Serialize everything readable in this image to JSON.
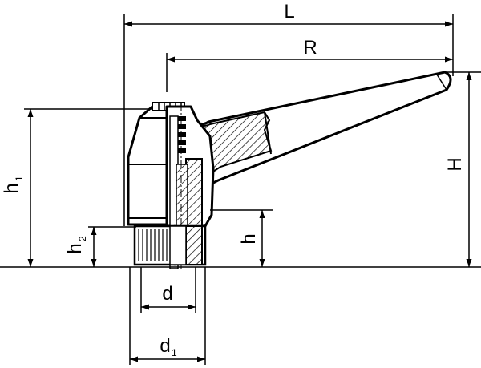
{
  "labels": {
    "L": "L",
    "R": "R",
    "H": "H",
    "h1": "h",
    "h1_sub": "1",
    "h2": "h",
    "h2_sub": "2",
    "h": "h",
    "d": "d",
    "d1": "d",
    "d1_sub": "1"
  }
}
